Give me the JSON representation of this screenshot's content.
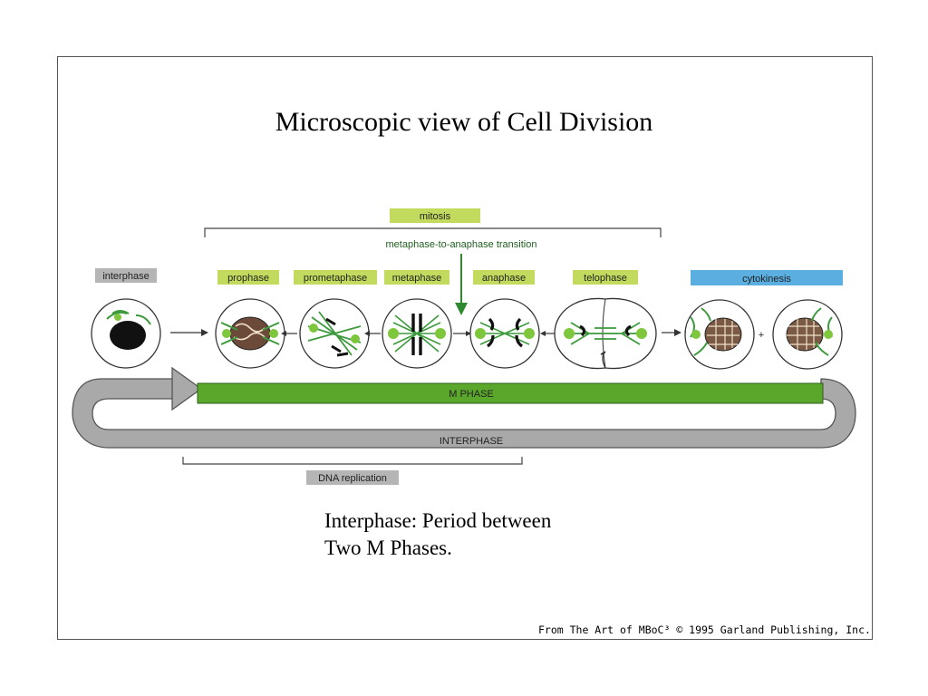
{
  "title": "Microscopic view of Cell Division",
  "labels": {
    "mitosis": "mitosis",
    "transition": "metaphase-to-anaphase transition",
    "interphase_top": "interphase",
    "prophase": "prophase",
    "prometaphase": "prometaphase",
    "metaphase": "metaphase",
    "anaphase": "anaphase",
    "telophase": "telophase",
    "cytokinesis": "cytokinesis",
    "plus": "+",
    "m_phase": "M  PHASE",
    "interphase_bar": "INTERPHASE",
    "dna_replication": "DNA replication"
  },
  "caption": {
    "line1": "Interphase: Period between",
    "line2": "Two M Phases."
  },
  "credit": "From The Art of MBoC³ © 1995 Garland Publishing, Inc.",
  "colors": {
    "label_green": "#c2db5e",
    "label_gray": "#b5b5b5",
    "label_blue": "#5aaee0",
    "m_phase_bar": "#5aa72c",
    "interphase_loop": "#a9a9a9",
    "spindle": "#3d9a3d"
  }
}
